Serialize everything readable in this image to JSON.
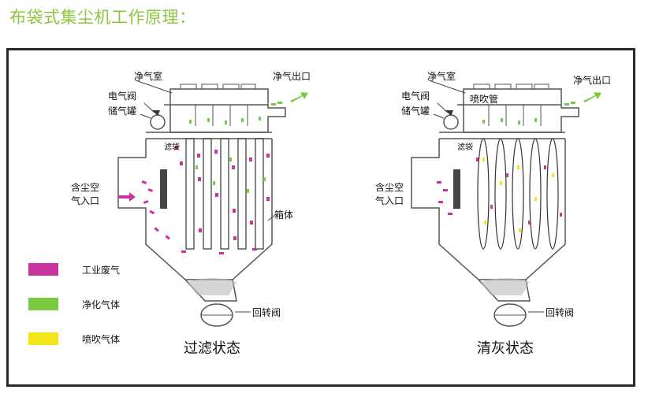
{
  "title": "布袋式集尘机工作原理：",
  "left": {
    "clean_chamber": "净气室",
    "solenoid_valve": "电气阀",
    "gas_tank": "储气罐",
    "filter_bag": "滤袋",
    "dusty_air_inlet_1": "含尘空",
    "dusty_air_inlet_2": "气入口",
    "clean_air_outlet": "净气出口",
    "housing": "箱体",
    "rotary_valve": "回转阀",
    "state": "过滤状态"
  },
  "right": {
    "clean_chamber": "净气室",
    "solenoid_valve": "电气阀",
    "gas_tank": "储气罐",
    "blow_pipe": "喷吹管",
    "filter_bag": "滤袋",
    "dusty_air_inlet_1": "含尘空",
    "dusty_air_inlet_2": "气入口",
    "clean_air_outlet": "净气出口",
    "rotary_valve": "回转阀",
    "state": "清灰状态"
  },
  "legend": [
    {
      "label": "工业废气",
      "color": "#c9359e"
    },
    {
      "label": "净化气体",
      "color": "#7ac943"
    },
    {
      "label": "喷吹气体",
      "color": "#f2e51b"
    }
  ]
}
